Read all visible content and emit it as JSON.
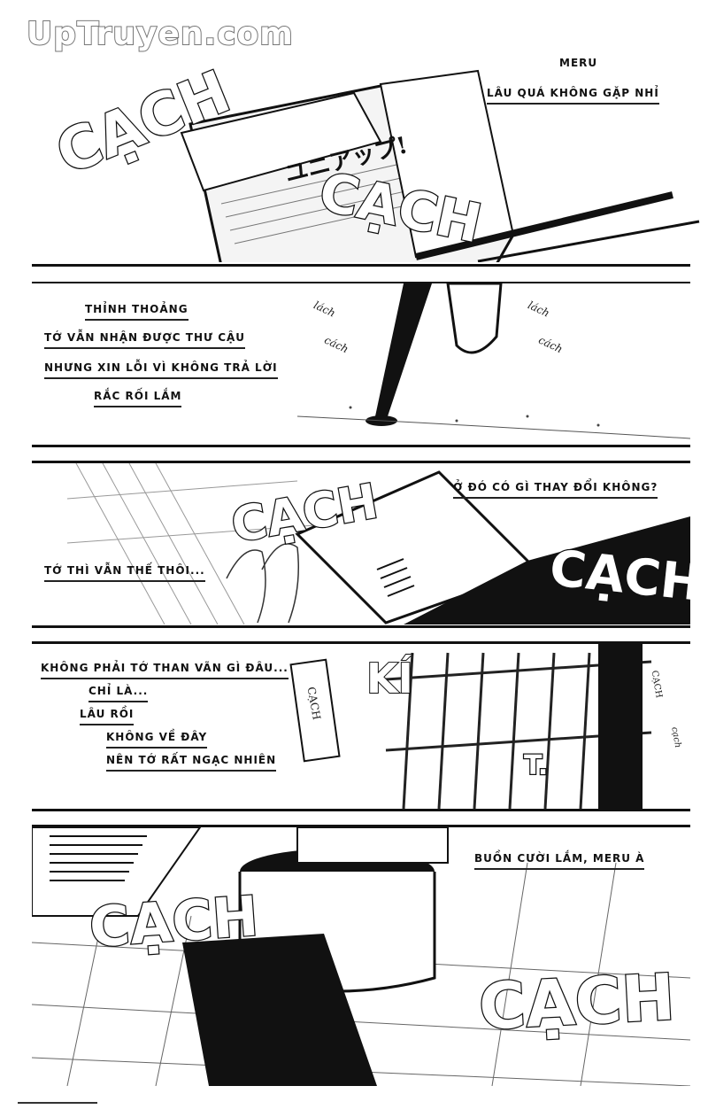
{
  "watermark": "UpTruyen.com",
  "panel1": {
    "captions": [
      "MERU",
      "LÂU QUÁ KHÔNG GẶP NHỈ"
    ],
    "sfx": [
      "CẠCH",
      "CẠCH"
    ],
    "newspaper_text": "ユニアップ!"
  },
  "panel2": {
    "captions": [
      "THỈNH THOẢNG",
      "TỚ VẪN NHẬN ĐƯỢC THƯ CẬU",
      "NHƯNG XIN LỖI VÌ KHÔNG TRẢ LỜI",
      "RẮC RỐI LẮM"
    ],
    "sfx_small": [
      "lách",
      "cách",
      "lách",
      "cách"
    ]
  },
  "panel3": {
    "captions": [
      "Ở ĐÓ CÓ GÌ THAY ĐỔI KHÔNG?",
      "TỚ THÌ VẪN THẾ THÔI..."
    ],
    "sfx": [
      "CẠCH",
      "CẠCH"
    ]
  },
  "panel4": {
    "captions": [
      "KHÔNG PHẢI TỚ THAN VÃN GÌ ĐÂU...",
      "CHỈ LÀ...",
      "LÂU RỒI",
      "KHÔNG VỀ ĐÂY",
      "NÊN TỚ RẤT NGẠC NHIÊN"
    ],
    "sfx": [
      "KÍ",
      "T."
    ],
    "sfx_small": [
      "CẠCH",
      "CẠCH",
      "cạch"
    ]
  },
  "panel5": {
    "captions": [
      "BUỒN CƯỜI LẮM, MERU À"
    ],
    "sfx": [
      "CẠCH",
      "CẠCH"
    ]
  }
}
